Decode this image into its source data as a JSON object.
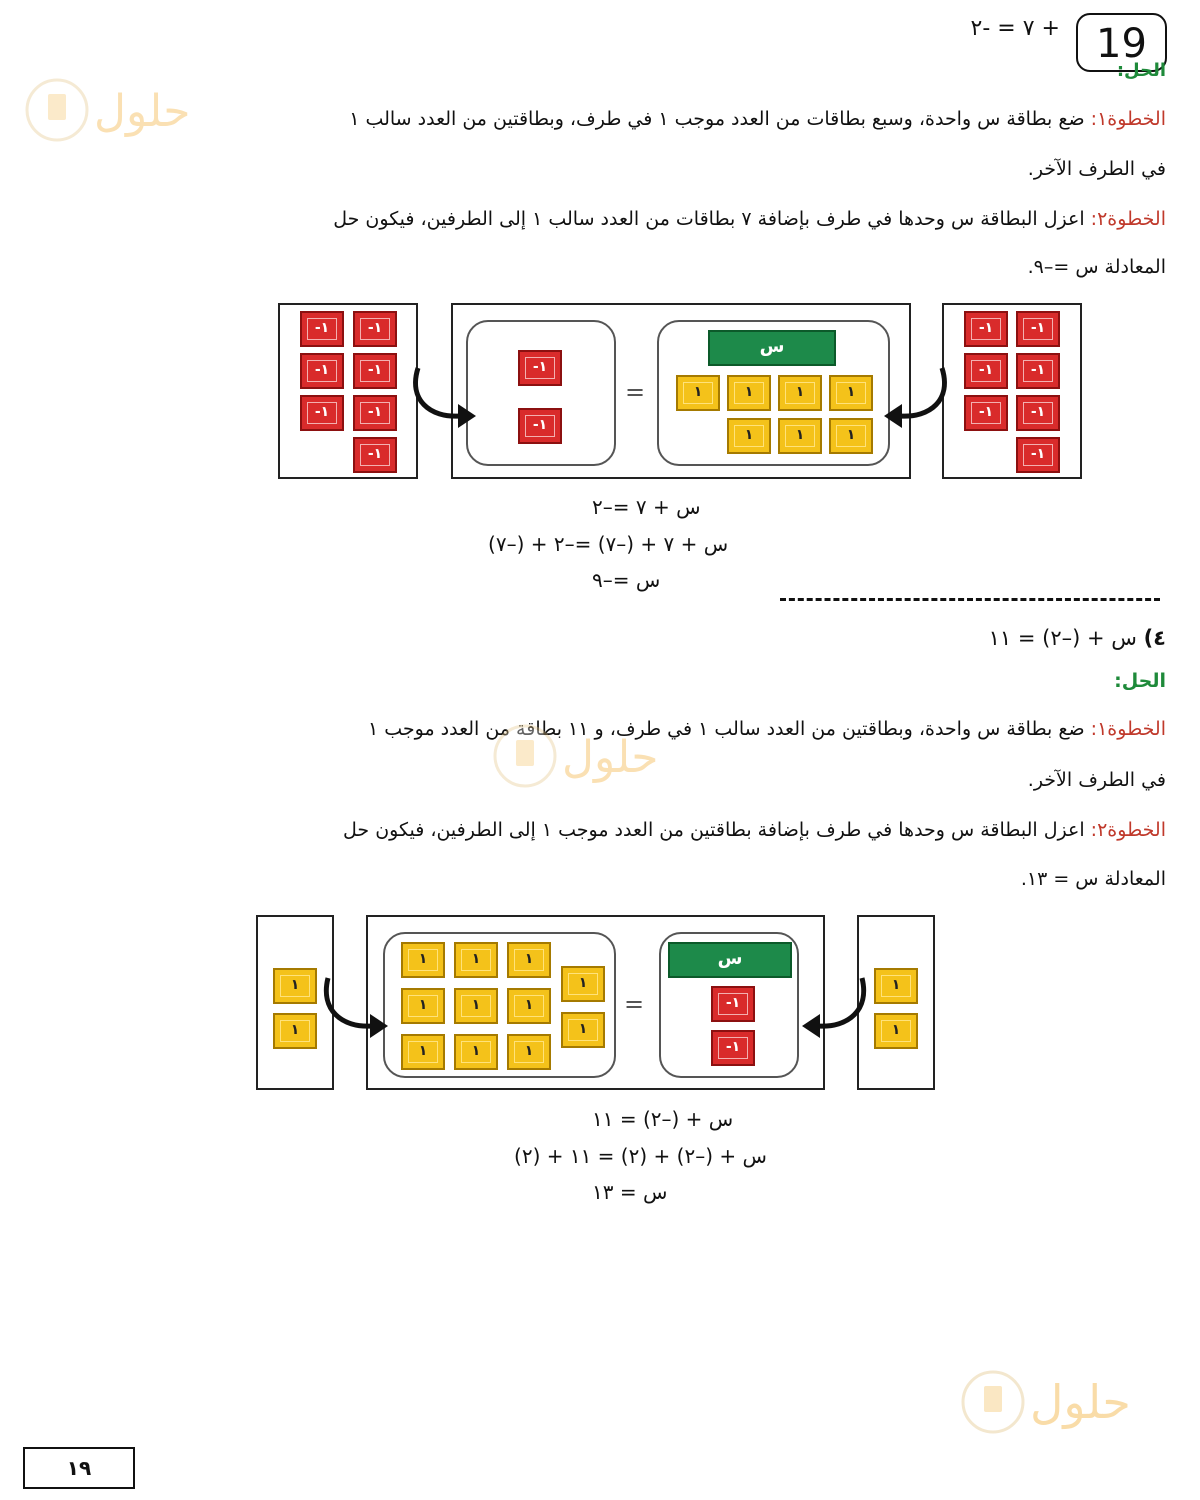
{
  "header": {
    "page_badge": "19",
    "equation_top": "+ ٧ = -٢",
    "solution_label": "الحل:"
  },
  "problem1": {
    "step1_label": "الخطوة١:",
    "step1_text": " ضع بطاقة س واحدة، وسبع بطاقات من العدد موجب ١ في طرف، وبطاقتين من العدد سالب ١",
    "step1_cont": "في الطرف الآخر.",
    "step2_label": "الخطوة٢:",
    "step2_text": " اعزل البطاقة س وحدها في طرف بإضافة ٧ بطاقات من العدد سالب ١ إلى الطرفين، فيكون حل",
    "step2_cont": "المعادلة س =–٩.",
    "x_tile": "س",
    "pos_tile": "١",
    "neg_tile": "-١",
    "eq_sign": "=",
    "math": [
      "س + ٧ =–٢",
      "س + ٧ + (–٧) =–٢ + (–٧)",
      "س =–٩"
    ]
  },
  "problem2": {
    "number_label": "٤)",
    "equation": "س + (–٢) = ١١",
    "solution_label": "الحل:",
    "step1_label": "الخطوة١:",
    "step1_text": " ضع بطاقة س واحدة، وبطاقتين من العدد سالب ١ في طرف، و ١١ بطاقة من العدد موجب ١",
    "step1_cont": "في الطرف الآخر.",
    "step2_label": "الخطوة٢:",
    "step2_text": " اعزل البطاقة س وحدها في طرف بإضافة بطاقتين من العدد موجب ١ إلى الطرفين، فيكون حل",
    "step2_cont": "المعادلة س = ١٣.",
    "x_tile": "س",
    "pos_tile": "١",
    "neg_tile": "-١",
    "eq_sign": "=",
    "math": [
      "س + (–٢) = ١١",
      "س + (–٢) + (٢) = ١١ + (٢)",
      "س = ١٣"
    ]
  },
  "watermark": {
    "text": "حلول"
  },
  "footer": {
    "page_number": "١٩"
  }
}
